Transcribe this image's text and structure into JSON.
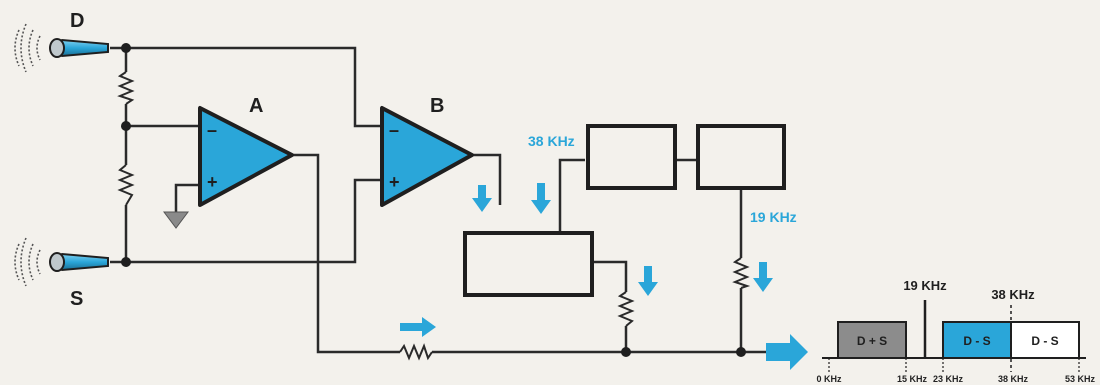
{
  "labels": {
    "mic_top": "D",
    "mic_bottom": "S",
    "amp_a": "A",
    "amp_b": "B",
    "amp_minus": "–",
    "amp_plus": "+",
    "freq_38_block": "38 KHz",
    "freq_19_block": "19 KHz"
  },
  "spectrum": {
    "marker_19": "19 KHz",
    "marker_38": "38 KHz",
    "box_sum": "D + S",
    "box_diff_low": "D - S",
    "box_diff_high": "D - S",
    "ticks": [
      "0 KHz",
      "15 KHz",
      "23 KHz",
      "38 KHz",
      "53 KHz"
    ]
  },
  "colors": {
    "accent": "#2aa6d9",
    "ink": "#1f1f1f",
    "wire": "#2a2a2a",
    "sum_box": "#8c8c8c"
  }
}
